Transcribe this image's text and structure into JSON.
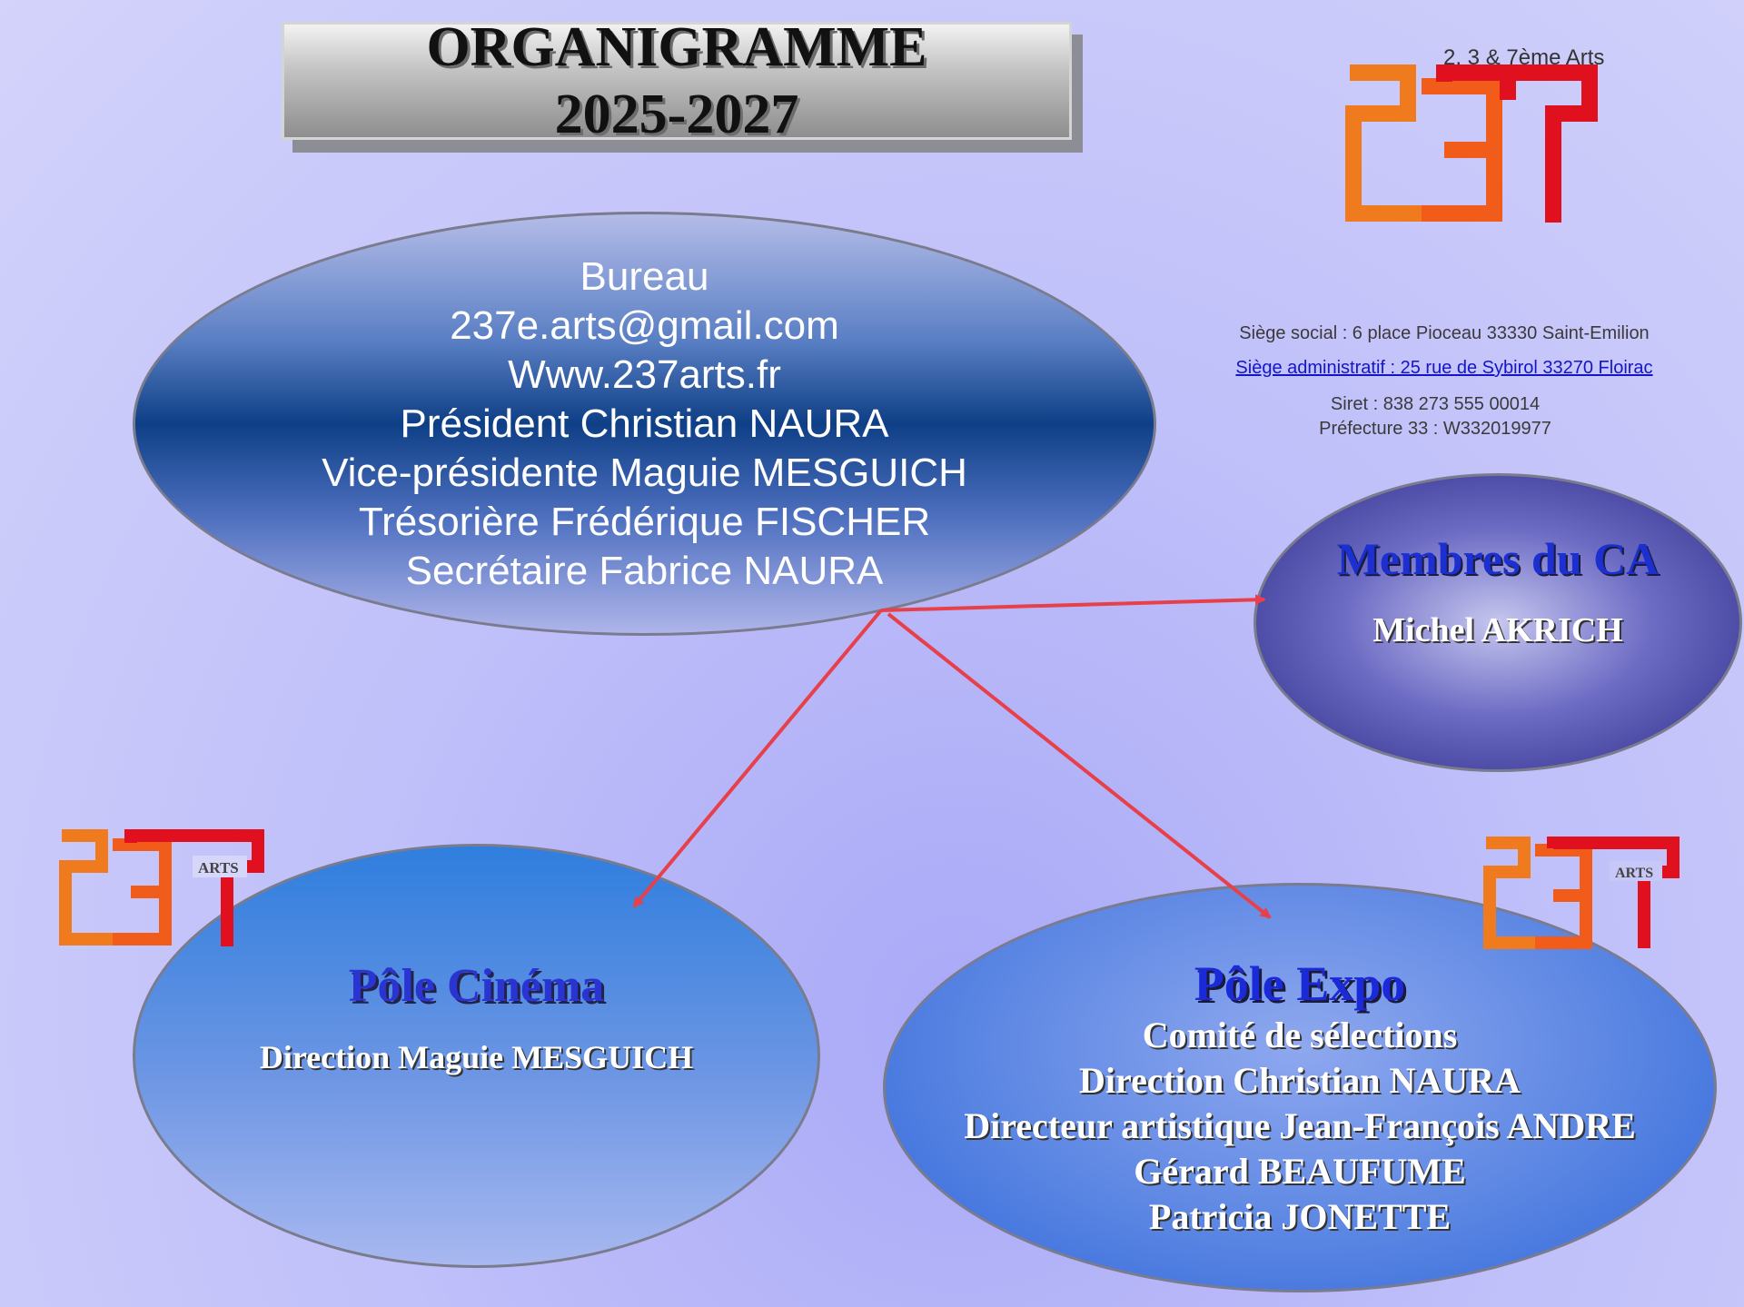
{
  "title": {
    "line1": "ORGANIGRAMME",
    "line2": "2025-2027"
  },
  "logo": {
    "tagline": "2, 3 & 7ème Arts",
    "badge_text": "ARTS"
  },
  "bureau": {
    "lines": [
      "Bureau",
      "237e.arts@gmail.com",
      "Www.237arts.fr",
      "Président Christian NAURA",
      "Vice-présidente Maguie MESGUICH",
      "Trésorière Frédérique FISCHER",
      "Secrétaire Fabrice NAURA"
    ]
  },
  "address": {
    "siege_social": "Siège social : 6 place Pioceau 33330 Saint-Emilion",
    "siege_admin": "Siège administratif : 25 rue de Sybirol 33270 Floirac",
    "siret": "Siret : 838 273 555 00014",
    "prefecture": "Préfecture 33 : W332019977"
  },
  "membres": {
    "heading": "Membres du CA",
    "member": "Michel AKRICH"
  },
  "cinema": {
    "heading": "Pôle Cinéma",
    "direction": "Direction Maguie MESGUICH"
  },
  "expo": {
    "heading": "Pôle Expo",
    "lines": [
      "Comité de sélections",
      "Direction Christian NAURA",
      "Directeur artistique Jean-François ANDRE",
      "Gérard BEAUFUME",
      "Patricia JONETTE"
    ]
  },
  "colors": {
    "arrow": "#e8404a",
    "logo_orange": "#f07a1e",
    "logo_red": "#e0101e"
  }
}
